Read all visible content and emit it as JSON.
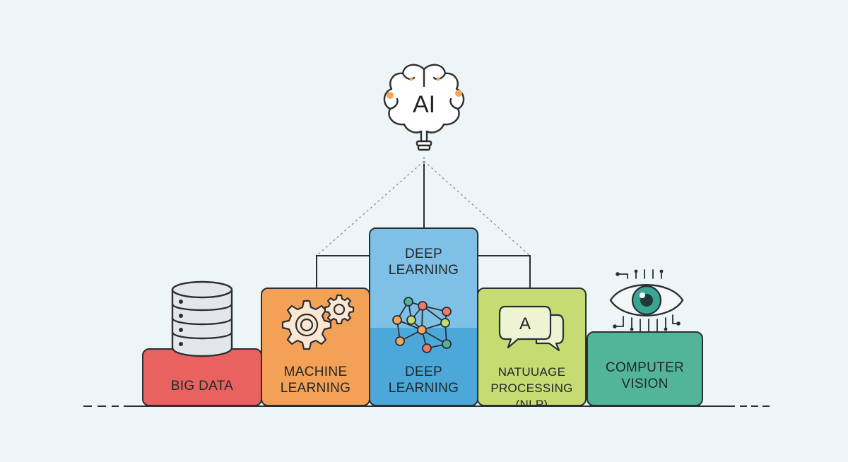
{
  "center": {
    "brain_text": "AI"
  },
  "blocks": {
    "big_data": {
      "lines": [
        "BIG DATA"
      ],
      "color": "#e8635f"
    },
    "machine_learning": {
      "lines": [
        "MACHINE",
        "LEARNING"
      ],
      "color": "#f4a158"
    },
    "deep_learning": {
      "top_lines": [
        "DEEP",
        "LEARNING"
      ],
      "bottom_lines": [
        "DEEP",
        "LEARNING"
      ],
      "color_top": "#7fc0e6",
      "color_bottom": "#4da8da"
    },
    "nlp": {
      "lines": [
        "NATUUAGE",
        "PROCESSING (NLP)"
      ],
      "color": "#c6dc73",
      "bubble_letter": "A"
    },
    "computer_vision": {
      "lines": [
        "COMPUTER",
        "VISION"
      ],
      "color": "#52b59a"
    }
  },
  "colors": {
    "outline": "#2b2f33",
    "brain_accent": "#f4a55a",
    "eye_iris": "#3aa592",
    "node_colors": [
      "#f07a6a",
      "#f4a55a",
      "#c6dc73",
      "#52b59a"
    ]
  }
}
